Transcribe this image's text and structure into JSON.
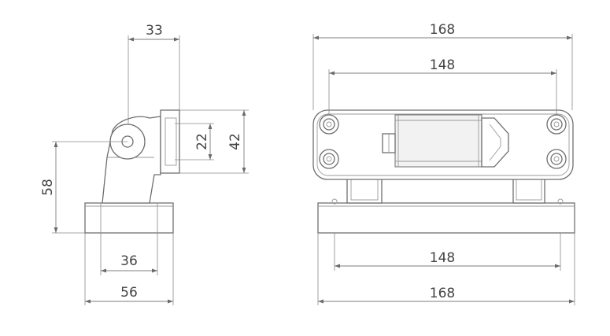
{
  "dimensions": {
    "side_view": {
      "top_width": "33",
      "flange_height_inner": "22",
      "flange_height_outer": "42",
      "total_height": "58",
      "base_inner_width": "36",
      "base_outer_width": "56"
    },
    "front_view": {
      "top_outer_width": "168",
      "top_inner_width": "148",
      "bottom_inner_width": "148",
      "bottom_outer_width": "168"
    }
  }
}
